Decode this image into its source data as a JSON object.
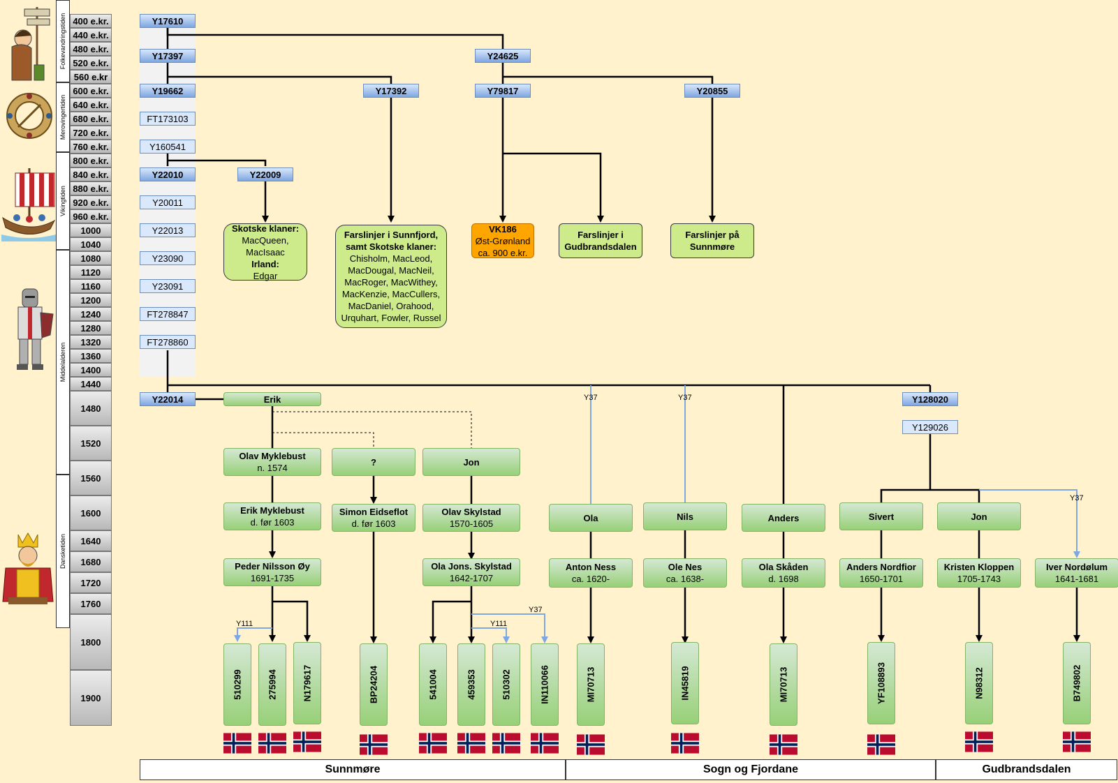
{
  "timeline": [
    "400 e.kr.",
    "440 e.kr.",
    "480 e.kr.",
    "520 e.kr.",
    "560 e.kr",
    "600 e.kr.",
    "640 e.kr.",
    "680 e.kr.",
    "720 e.kr.",
    "760 e.kr.",
    "800 e.kr.",
    "840 e.kr.",
    "880 e.kr.",
    "920 e.kr.",
    "960 e.kr.",
    "1000",
    "1040",
    "1080",
    "1120",
    "1160",
    "1200",
    "1240",
    "1280",
    "1320",
    "1360",
    "1400",
    "1440",
    "1480",
    "1520",
    "1560",
    "1600",
    "1640",
    "1680",
    "1720",
    "1760",
    "1800",
    "1900"
  ],
  "eras": [
    "Folkevandringstiden",
    "Merovingertiden",
    "Vikingtiden",
    "Middelalderen",
    "Dansketiden"
  ],
  "era_icons": [
    "caveman-icon",
    "brooch-icon",
    "viking-ship-icon",
    "knight-icon",
    "king-icon"
  ],
  "haplogroups": {
    "y17610": "Y17610",
    "y17397": "Y17397",
    "y24625": "Y24625",
    "y19662": "Y19662",
    "y17392": "Y17392",
    "y79817": "Y79817",
    "y20855": "Y20855",
    "ft173103": "FT173103",
    "y160541": "Y160541",
    "y22010": "Y22010",
    "y22009": "Y22009",
    "y20011": "Y20011",
    "y22013": "Y22013",
    "y23090": "Y23090",
    "y23091": "Y23091",
    "ft278847": "FT278847",
    "ft278860": "FT278860",
    "y22014": "Y22014",
    "y128020": "Y128020",
    "y129026": "Y129026"
  },
  "notes": {
    "skotske": {
      "head": "Skotske klaner:",
      "names": "MacQueen,\nMacIsaac",
      "sub": "Irland:",
      "sub_names": "Edgar"
    },
    "sunnfjord": {
      "head": "Farslinjer i Sunnfjord,\nsamt Skotske klaner:",
      "names": "Chisholm, MacLeod,\nMacDougal, MacNeil,\nMacRoger, MacWithey,\nMacKenzie, MacCullers,\nMacDaniel,   Orahood,\nUrquhart, Fowler, Russel"
    },
    "vk186": {
      "head": "VK186",
      "l1": "Øst-Grønland",
      "l2": "ca. 900 e.kr."
    },
    "gudbrandsdalen": {
      "head": "Farslinjer i\nGudbrandsdalen"
    },
    "sunnmore": {
      "head": "Farslinjer på\nSunnmøre"
    }
  },
  "people": {
    "erik": {
      "name": "Erik"
    },
    "olav_myklebust": {
      "name": "Olav Myklebust",
      "dates": "n. 1574"
    },
    "unknown": {
      "name": "?"
    },
    "jon1": {
      "name": "Jon"
    },
    "erik_myklebust": {
      "name": "Erik Myklebust",
      "dates": "d. før 1603"
    },
    "simon": {
      "name": "Simon Eidseflot",
      "dates": "d. før 1603"
    },
    "olav_skylstad": {
      "name": "Olav Skylstad",
      "dates": "1570-1605"
    },
    "peder": {
      "name": "Peder Nilsson Øy",
      "dates": "1691-1735"
    },
    "ola_jons": {
      "name": "Ola Jons. Skylstad",
      "dates": "1642-1707"
    },
    "ola": {
      "name": "Ola"
    },
    "nils": {
      "name": "Nils"
    },
    "anders": {
      "name": "Anders"
    },
    "sivert": {
      "name": "Sivert"
    },
    "jon2": {
      "name": "Jon"
    },
    "anton": {
      "name": "Anton Ness",
      "dates": "ca. 1620-"
    },
    "ole_nes": {
      "name": "Ole Nes",
      "dates": "ca. 1638-"
    },
    "ola_skaden": {
      "name": "Ola Skåden",
      "dates": "d. 1698"
    },
    "anders_nordfior": {
      "name": "Anders Nordfior",
      "dates": "1650-1701"
    },
    "kristen": {
      "name": "Kristen Kloppen",
      "dates": "1705-1743"
    },
    "iver": {
      "name": "Iver Nordølum",
      "dates": "1641-1681"
    }
  },
  "samples": [
    "510299",
    "275994",
    "N179617",
    "BP24204",
    "541004",
    "459353",
    "510302",
    "IN110066",
    "MI70713",
    "IN45819",
    "MI70713",
    "YF108893",
    "N98312",
    "B749802"
  ],
  "test_labels": {
    "y37_a": "Y37",
    "y37_b": "Y37",
    "y37_c": "Y37",
    "y37_d": "Y37",
    "y111_a": "Y111",
    "y111_b": "Y111"
  },
  "regions": [
    "Sunnmøre",
    "Sogn og Fjordane",
    "Gudbrandsdalen"
  ],
  "colors": {
    "background": "#fff2cc",
    "haplo_blue": "#7ea6e0",
    "person_green": "#97d077",
    "vk_orange": "#ffa500",
    "y37_line": "#7ea6e0",
    "flag_red": "#ba0c2f",
    "flag_blue": "#00205b"
  }
}
